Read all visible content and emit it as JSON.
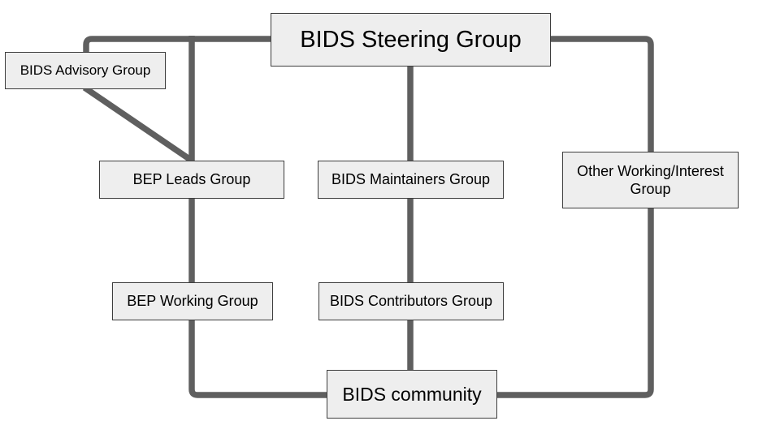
{
  "theme": {
    "background": "#ffffff",
    "line_color": "#5f5f5f",
    "node_fill": "#eeeeee",
    "node_border": "#3d3d3d",
    "text_color": "#000000"
  },
  "nodes": {
    "steering": {
      "label": "BIDS Steering Group"
    },
    "advisory": {
      "label": "BIDS Advisory Group"
    },
    "bep_leads": {
      "label": "BEP Leads Group"
    },
    "maintainers": {
      "label": "BIDS Maintainers Group"
    },
    "other_working": {
      "label": "Other Working/Interest Group"
    },
    "bep_working": {
      "label": "BEP Working Group"
    },
    "contributors": {
      "label": "BIDS Contributors Group"
    },
    "community": {
      "label": "BIDS community"
    }
  },
  "edges": [
    {
      "from": "BIDS Steering Group",
      "to": "BIDS Advisory Group"
    },
    {
      "from": "BIDS Steering Group",
      "to": "BEP Leads Group"
    },
    {
      "from": "BIDS Advisory Group",
      "to": "BEP Leads Group"
    },
    {
      "from": "BIDS Steering Group",
      "to": "BIDS Maintainers Group"
    },
    {
      "from": "BIDS Steering Group",
      "to": "Other Working/Interest Group"
    },
    {
      "from": "BEP Leads Group",
      "to": "BEP Working Group"
    },
    {
      "from": "BIDS Maintainers Group",
      "to": "BIDS Contributors Group"
    },
    {
      "from": "BEP Working Group",
      "to": "BIDS community"
    },
    {
      "from": "BIDS Contributors Group",
      "to": "BIDS community"
    },
    {
      "from": "Other Working/Interest Group",
      "to": "BIDS community"
    }
  ]
}
